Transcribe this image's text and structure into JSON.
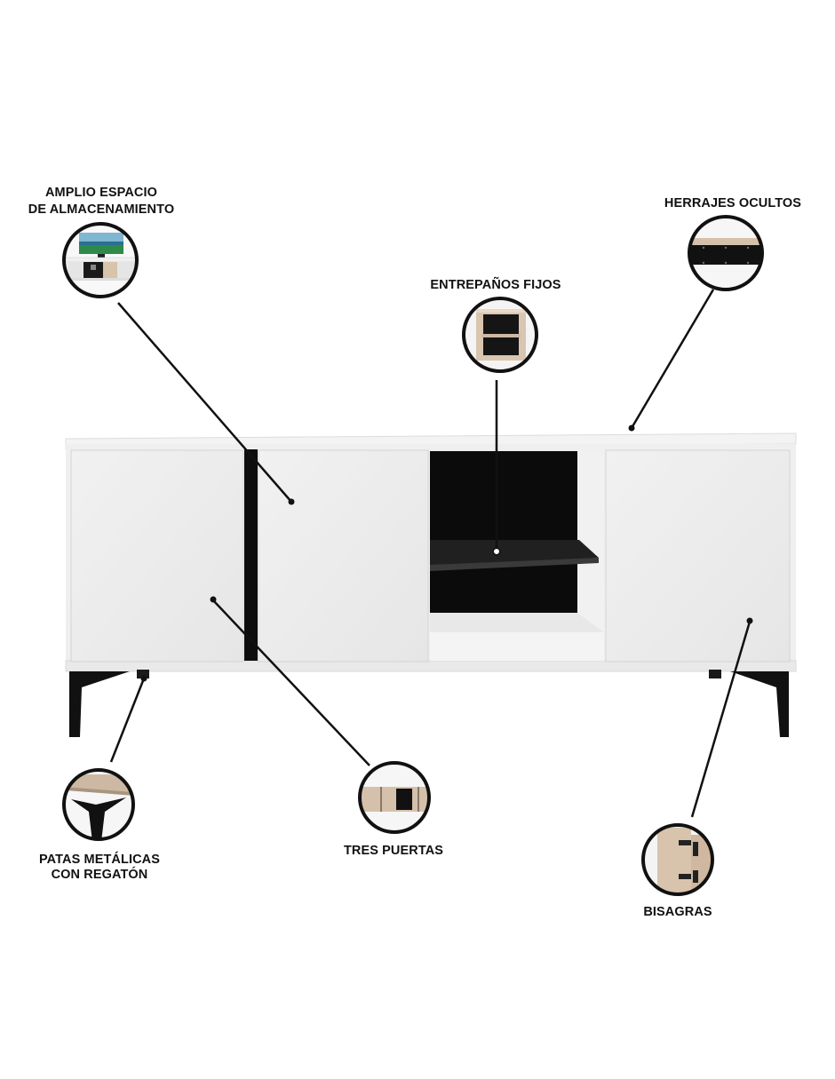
{
  "callouts": {
    "storage": {
      "line1": "AMPLIO ESPACIO",
      "line2": "DE ALMACENAMIENTO",
      "icon": "tv-cabinet-icon"
    },
    "hardware": {
      "line1": "HERRAJES OCULTOS",
      "icon": "hidden-hardware-icon"
    },
    "shelves": {
      "line1": "ENTREPAÑOS FIJOS",
      "icon": "shelf-icon"
    },
    "legs": {
      "line1": "PATAS METÁLICAS",
      "line2": "CON REGATÓN",
      "icon": "metal-leg-icon"
    },
    "doors": {
      "line1": "TRES PUERTAS",
      "icon": "doors-icon"
    },
    "hinges": {
      "line1": "BISAGRAS",
      "icon": "hinge-icon"
    }
  },
  "colors": {
    "cabinet_white": "#ececec",
    "cabinet_edge": "#f6f6f6",
    "interior_black": "#0b0b0b",
    "leg_black": "#111111",
    "wood": "#cdb9a3",
    "line": "#111111"
  }
}
